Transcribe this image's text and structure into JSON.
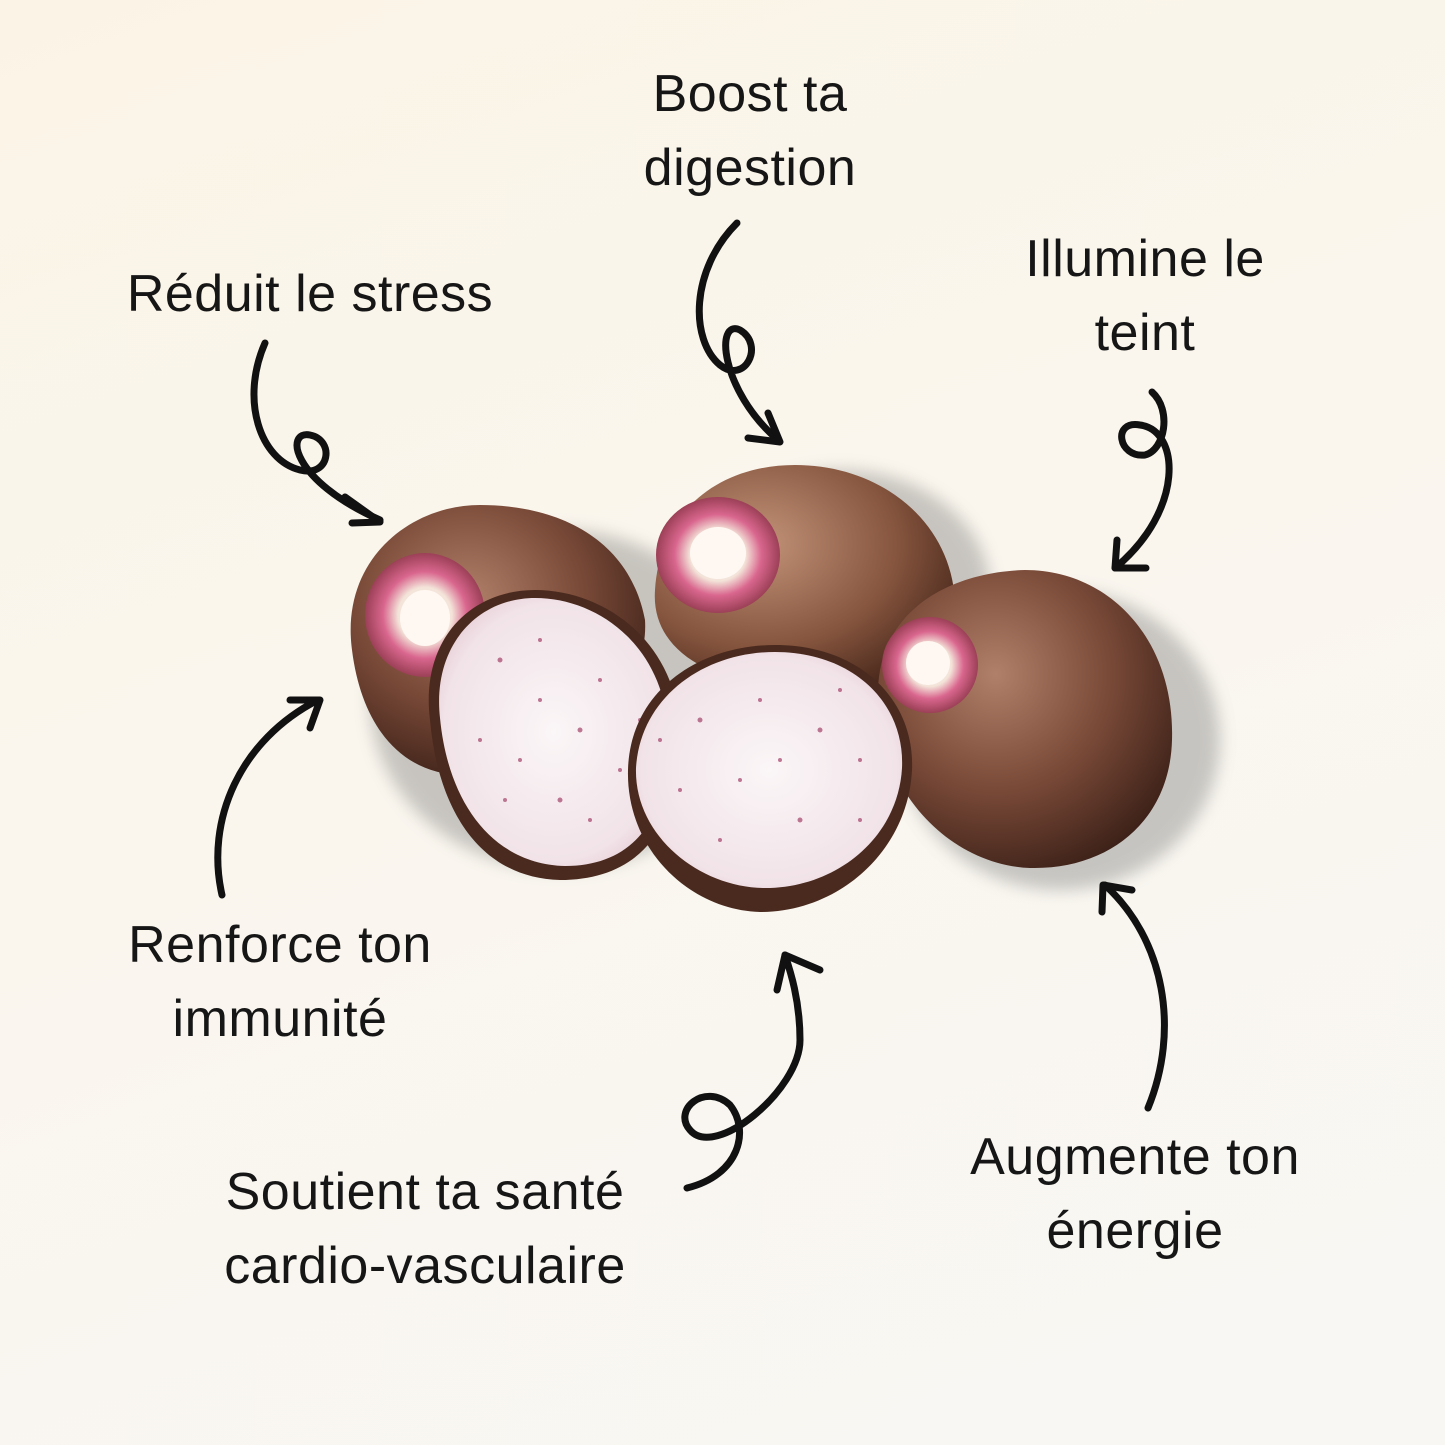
{
  "labels": {
    "stress": {
      "lines": [
        "Réduit le stress"
      ]
    },
    "digestion": {
      "lines": [
        "Boost ta",
        "digestion"
      ]
    },
    "teint": {
      "lines": [
        "Illumine le",
        "teint"
      ]
    },
    "immunite": {
      "lines": [
        "Renforce ton",
        "immunité"
      ]
    },
    "cardio": {
      "lines": [
        "Soutient ta santé",
        "cardio-vasculaire"
      ]
    },
    "energie": {
      "lines": [
        "Augmente ton",
        "énergie"
      ]
    }
  },
  "colors": {
    "skin_dark": "#5a3326",
    "skin_mid": "#8a5a44",
    "flesh": "#f6eef0",
    "speckle": "#a4436a",
    "ring_pink": "#d9668e",
    "ink": "#111111"
  }
}
